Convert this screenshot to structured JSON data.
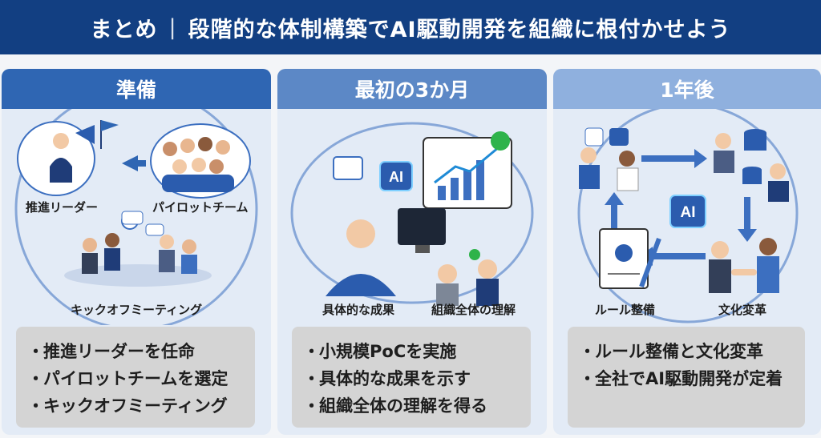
{
  "banner": {
    "left": "まとめ",
    "separator": "|",
    "right": "段階的な体制構築でAI駆動開発を組織に根付かせよう"
  },
  "columns": [
    {
      "title": "準備",
      "captions": [
        "推進リーダー",
        "パイロットチーム",
        "キックオフミーティング"
      ],
      "bullets": [
        "推進リーダーを任命",
        "パイロットチームを選定",
        "キックオフミーティング"
      ]
    },
    {
      "title": "最初の3か月",
      "captions": [
        "具体的な成果",
        "組織全体の理解"
      ],
      "chip_label": "AI",
      "bullets": [
        "小規模PoCを実施",
        "具体的な成果を示す",
        "組織全体の理解を得る"
      ]
    },
    {
      "title": "1年後",
      "captions": [
        "ルール整備",
        "文化変革"
      ],
      "chip_label": "AI",
      "bullets": [
        "ルール整備と文化変革",
        "全社でAI駆動開発が定着"
      ]
    }
  ],
  "bullet_glyph": "・",
  "colors": {
    "banner": "#123f82",
    "col1_head": "#2f66b3",
    "col2_head": "#5c88c6",
    "col3_head": "#8fb0de",
    "panel": "#e3ebf6",
    "box": "#d4d4d4"
  }
}
